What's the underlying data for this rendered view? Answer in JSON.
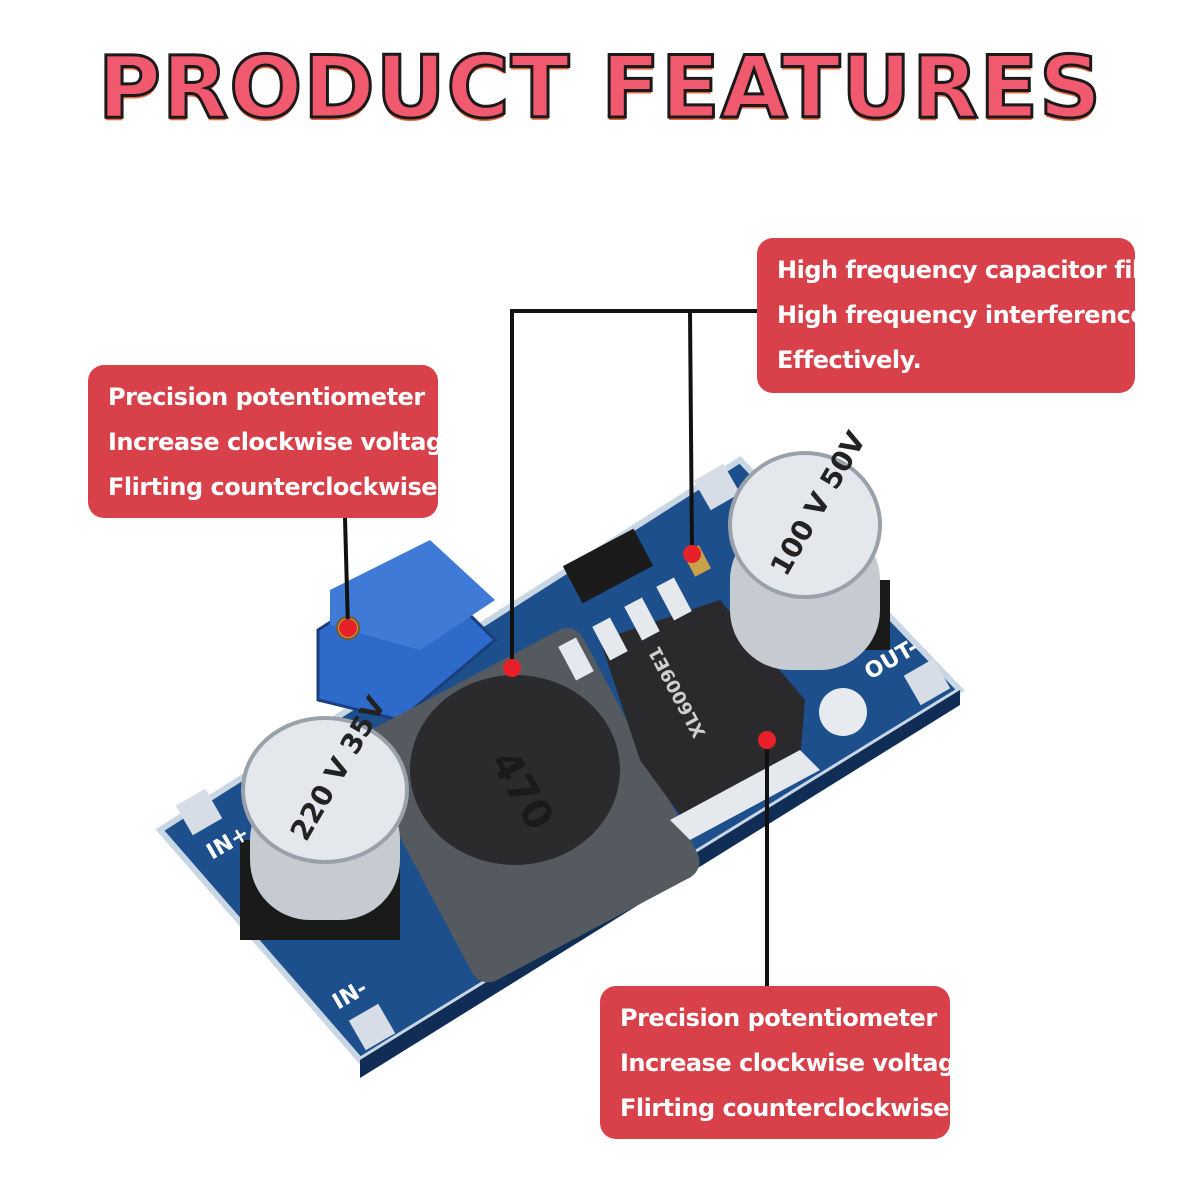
{
  "title": "PRODUCT FEATURES",
  "callouts": {
    "left": {
      "line1": "Precision potentiometer",
      "line2": "Increase clockwise voltage",
      "line3": "Flirting counterclockwise."
    },
    "top": {
      "line1": "High frequency capacitor filter",
      "line2": "High frequency interference",
      "line3": "Effectively."
    },
    "bottom": {
      "line1": "Precision potentiometer",
      "line2": "Increase clockwise voltage",
      "line3": "Flirting counterclockwise."
    }
  },
  "board_labels": {
    "in_plus": "IN+",
    "in_minus": "IN-",
    "out_minus": "OUT-",
    "cap_left": "220 V 35V",
    "cap_right": "100 V 50V",
    "inductor_marking": "470",
    "chip_marking": "XL6009E1"
  },
  "colors": {
    "title_fill": "#f0596e",
    "callout_bg": "#d8404a",
    "pcb_blue": "#1d4f8c",
    "leader_dot": "#e8202a"
  }
}
